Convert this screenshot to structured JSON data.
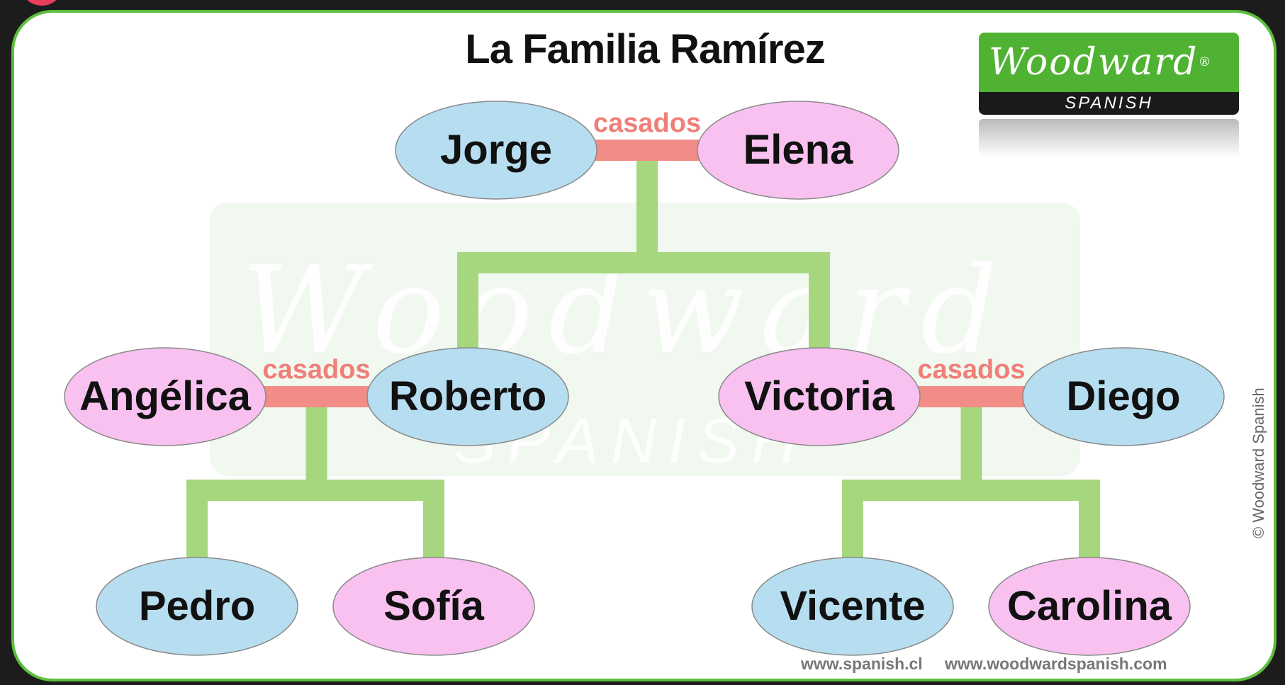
{
  "title": "La Familia Ramírez",
  "logo": {
    "brand": "Woodward",
    "registered": "®",
    "sub": "SPANISH"
  },
  "watermark": {
    "brand": "Woodward",
    "sub": "SPANISH"
  },
  "copyright": "© Woodward Spanish",
  "footer": {
    "url1": "www.spanish.cl",
    "url2": "www.woodwardspanish.com"
  },
  "married_label": "casados",
  "colors": {
    "male": "#b6def0",
    "female": "#f8c1f0",
    "line": "#a6d77e",
    "marriage": "#f28c86",
    "marriage_text": "#f07f78",
    "border": "#5cbf3c"
  },
  "people": [
    {
      "id": "jorge",
      "name": "Jorge",
      "gender": "male"
    },
    {
      "id": "elena",
      "name": "Elena",
      "gender": "female"
    },
    {
      "id": "angelica",
      "name": "Angélica",
      "gender": "female"
    },
    {
      "id": "roberto",
      "name": "Roberto",
      "gender": "male"
    },
    {
      "id": "victoria",
      "name": "Victoria",
      "gender": "female"
    },
    {
      "id": "diego",
      "name": "Diego",
      "gender": "male"
    },
    {
      "id": "pedro",
      "name": "Pedro",
      "gender": "male"
    },
    {
      "id": "sofia",
      "name": "Sofía",
      "gender": "female"
    },
    {
      "id": "vicente",
      "name": "Vicente",
      "gender": "male"
    },
    {
      "id": "carolina",
      "name": "Carolina",
      "gender": "female"
    }
  ],
  "marriages": [
    {
      "a": "jorge",
      "b": "elena",
      "children": [
        "roberto",
        "victoria"
      ]
    },
    {
      "a": "angelica",
      "b": "roberto",
      "children": [
        "pedro",
        "sofia"
      ]
    },
    {
      "a": "victoria",
      "b": "diego",
      "children": [
        "vicente",
        "carolina"
      ]
    }
  ]
}
